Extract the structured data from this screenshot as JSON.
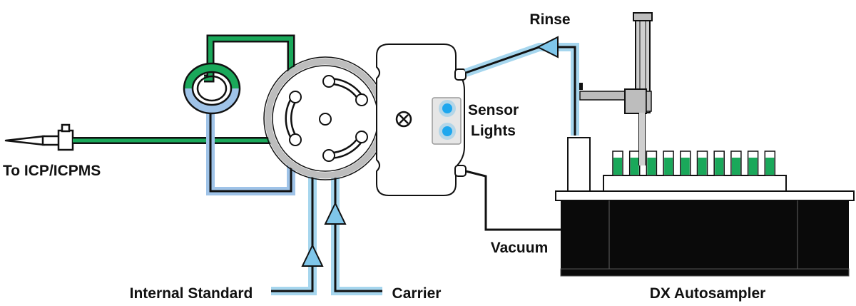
{
  "labels": {
    "rinse": "Rinse",
    "sensor_line1": "Sensor",
    "sensor_line2": "Lights",
    "to_icp": "To ICP/ICPMS",
    "vacuum": "Vacuum",
    "internal_standard": "Internal Standard",
    "carrier": "Carrier",
    "autosampler": "DX Autosampler"
  },
  "colors": {
    "tube_outline": "#111111",
    "sample_line": "#1aa85a",
    "liquid_line": "#a6d6ee",
    "buffer_line": "#9fc3e8",
    "check_valve": "#7fc6ea",
    "vial_liquid": "#1aa85a",
    "sensor_light": "#1ea7ee",
    "autosampler_base": "#0a0a0a",
    "valve_body": "#e6e6e6"
  },
  "icons": [
    "sample-loop-icon",
    "rotary-valve-icon",
    "check-valve-icon",
    "sensor-light-icon",
    "nebulizer-icon",
    "probe-arm-icon",
    "vial-icon"
  ],
  "vial_count": 10
}
